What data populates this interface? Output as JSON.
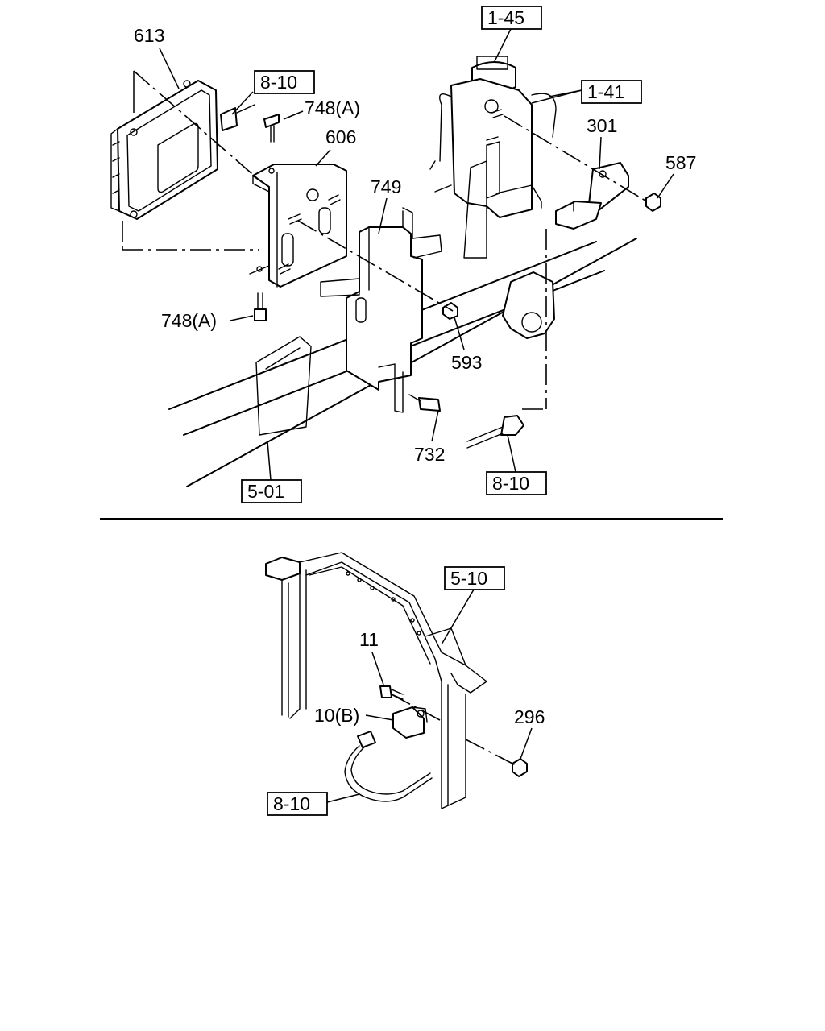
{
  "top_view": {
    "callouts": {
      "c613": "613",
      "c748a_top": "748(A)",
      "c606": "606",
      "c749": "749",
      "c748a_bottom": "748(A)",
      "c593": "593",
      "c732": "732",
      "c301": "301",
      "c587": "587"
    },
    "refs": {
      "r810_top": "8-10",
      "r145": "1-45",
      "r141": "1-41",
      "r810_bottom": "8-10",
      "r501": "5-01"
    }
  },
  "bottom_view": {
    "callouts": {
      "c11": "11",
      "c10b": "10(B)",
      "c296": "296"
    },
    "refs": {
      "r510": "5-10",
      "r810": "8-10"
    }
  }
}
